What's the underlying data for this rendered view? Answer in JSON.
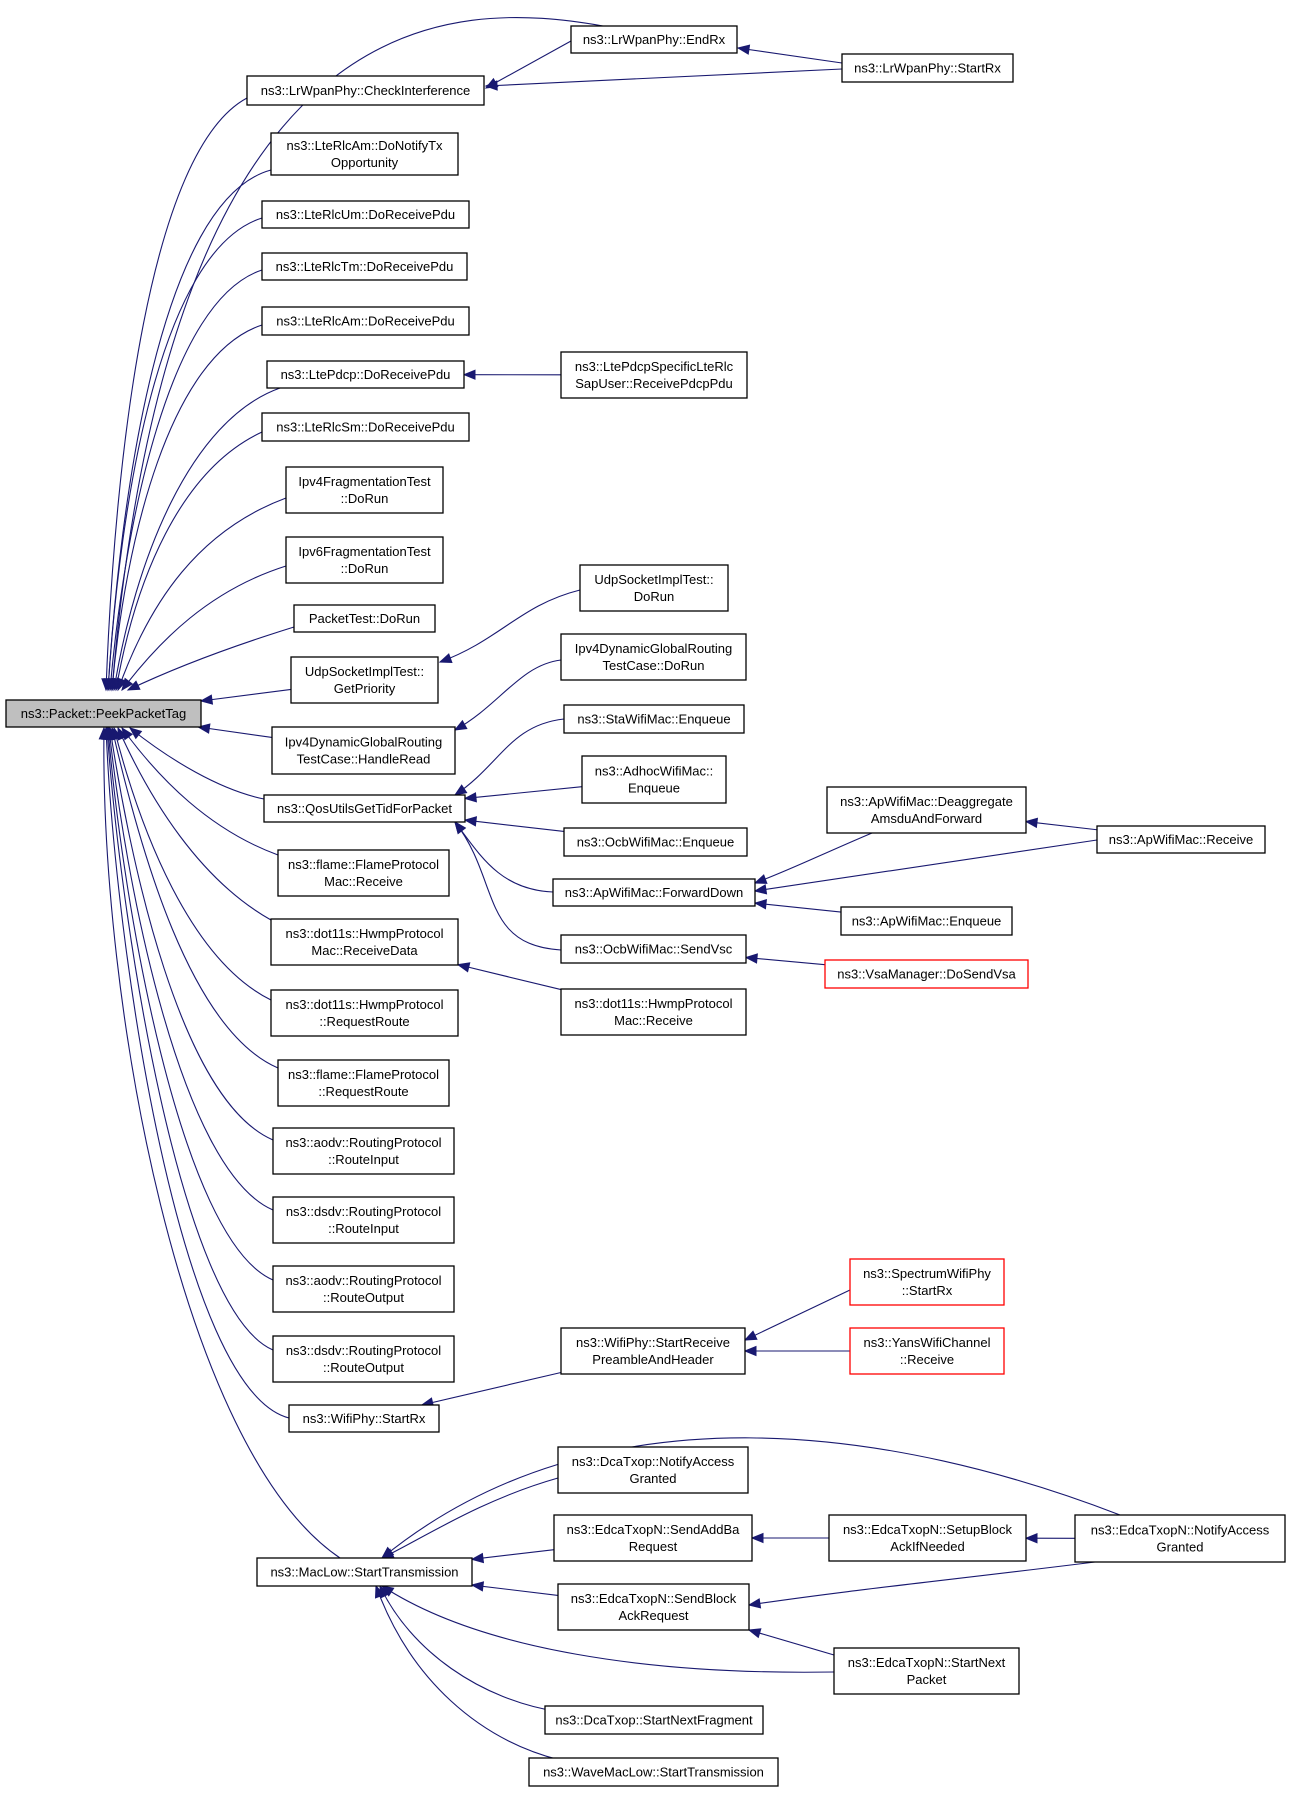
{
  "graph": {
    "nodes": [
      {
        "id": "peek",
        "lines": [
          "ns3::Packet::PeekPacketTag"
        ],
        "style": "focus"
      },
      {
        "id": "check",
        "lines": [
          "ns3::LrWpanPhy::CheckInterference"
        ]
      },
      {
        "id": "endrx",
        "lines": [
          "ns3::LrWpanPhy::EndRx"
        ]
      },
      {
        "id": "startrx_lr",
        "lines": [
          "ns3::LrWpanPhy::StartRx"
        ]
      },
      {
        "id": "rlcam_tx",
        "lines": [
          "ns3::LteRlcAm::DoNotifyTx",
          "Opportunity"
        ]
      },
      {
        "id": "rlcum_rx",
        "lines": [
          "ns3::LteRlcUm::DoReceivePdu"
        ]
      },
      {
        "id": "rlctm_rx",
        "lines": [
          "ns3::LteRlcTm::DoReceivePdu"
        ]
      },
      {
        "id": "rlcam_rx",
        "lines": [
          "ns3::LteRlcAm::DoReceivePdu"
        ]
      },
      {
        "id": "pdcp_rx",
        "lines": [
          "ns3::LtePdcp::DoReceivePdu"
        ]
      },
      {
        "id": "pdcp_sap",
        "lines": [
          "ns3::LtePdcpSpecificLteRlc",
          "SapUser::ReceivePdcpPdu"
        ]
      },
      {
        "id": "rlcsm_rx",
        "lines": [
          "ns3::LteRlcSm::DoReceivePdu"
        ]
      },
      {
        "id": "ipv4frag",
        "lines": [
          "Ipv4FragmentationTest",
          "::DoRun"
        ]
      },
      {
        "id": "ipv6frag",
        "lines": [
          "Ipv6FragmentationTest",
          "::DoRun"
        ]
      },
      {
        "id": "pkttest",
        "lines": [
          "PacketTest::DoRun"
        ]
      },
      {
        "id": "udp_getprio",
        "lines": [
          "UdpSocketImplTest::",
          "GetPriority"
        ]
      },
      {
        "id": "udp_dorun",
        "lines": [
          "UdpSocketImplTest::",
          "DoRun"
        ]
      },
      {
        "id": "ipv4dyn_read",
        "lines": [
          "Ipv4DynamicGlobalRouting",
          "TestCase::HandleRead"
        ]
      },
      {
        "id": "ipv4dyn_run",
        "lines": [
          "Ipv4DynamicGlobalRouting",
          "TestCase::DoRun"
        ]
      },
      {
        "id": "qos",
        "lines": [
          "ns3::QosUtilsGetTidForPacket"
        ]
      },
      {
        "id": "sta_enq",
        "lines": [
          "ns3::StaWifiMac::Enqueue"
        ]
      },
      {
        "id": "adhoc_enq",
        "lines": [
          "ns3::AdhocWifiMac::",
          "Enqueue"
        ]
      },
      {
        "id": "ocb_enq",
        "lines": [
          "ns3::OcbWifiMac::Enqueue"
        ]
      },
      {
        "id": "ap_fwd",
        "lines": [
          "ns3::ApWifiMac::ForwardDown"
        ]
      },
      {
        "id": "ap_deagg",
        "lines": [
          "ns3::ApWifiMac::Deaggregate",
          "AmsduAndForward"
        ]
      },
      {
        "id": "ap_recv",
        "lines": [
          "ns3::ApWifiMac::Receive"
        ]
      },
      {
        "id": "ap_enq",
        "lines": [
          "ns3::ApWifiMac::Enqueue"
        ]
      },
      {
        "id": "ocb_vsc",
        "lines": [
          "ns3::OcbWifiMac::SendVsc"
        ]
      },
      {
        "id": "vsa",
        "lines": [
          "ns3::VsaManager::DoSendVsa"
        ],
        "style": "red"
      },
      {
        "id": "flame_recv",
        "lines": [
          "ns3::flame::FlameProtocol",
          "Mac::Receive"
        ]
      },
      {
        "id": "hwmp_rdata",
        "lines": [
          "ns3::dot11s::HwmpProtocol",
          "Mac::ReceiveData"
        ]
      },
      {
        "id": "hwmp_recv",
        "lines": [
          "ns3::dot11s::HwmpProtocol",
          "Mac::Receive"
        ]
      },
      {
        "id": "hwmp_route",
        "lines": [
          "ns3::dot11s::HwmpProtocol",
          "::RequestRoute"
        ]
      },
      {
        "id": "flame_route",
        "lines": [
          "ns3::flame::FlameProtocol",
          "::RequestRoute"
        ]
      },
      {
        "id": "aodv_in",
        "lines": [
          "ns3::aodv::RoutingProtocol",
          "::RouteInput"
        ]
      },
      {
        "id": "dsdv_in",
        "lines": [
          "ns3::dsdv::RoutingProtocol",
          "::RouteInput"
        ]
      },
      {
        "id": "aodv_out",
        "lines": [
          "ns3::aodv::RoutingProtocol",
          "::RouteOutput"
        ]
      },
      {
        "id": "dsdv_out",
        "lines": [
          "ns3::dsdv::RoutingProtocol",
          "::RouteOutput"
        ]
      },
      {
        "id": "wifiphy_startrx",
        "lines": [
          "ns3::WifiPhy::StartRx"
        ]
      },
      {
        "id": "wifiphy_pre",
        "lines": [
          "ns3::WifiPhy::StartReceive",
          "PreambleAndHeader"
        ]
      },
      {
        "id": "spectrum",
        "lines": [
          "ns3::SpectrumWifiPhy",
          "::StartRx"
        ],
        "style": "red"
      },
      {
        "id": "yans",
        "lines": [
          "ns3::YansWifiChannel",
          "::Receive"
        ],
        "style": "red"
      },
      {
        "id": "maclow",
        "lines": [
          "ns3::MacLow::StartTransmission"
        ]
      },
      {
        "id": "dca_notify",
        "lines": [
          "ns3::DcaTxop::NotifyAccess",
          "Granted"
        ]
      },
      {
        "id": "edca_addba",
        "lines": [
          "ns3::EdcaTxopN::SendAddBa",
          "Request"
        ]
      },
      {
        "id": "edca_setup",
        "lines": [
          "ns3::EdcaTxopN::SetupBlock",
          "AckIfNeeded"
        ]
      },
      {
        "id": "edca_notify",
        "lines": [
          "ns3::EdcaTxopN::NotifyAccess",
          "Granted"
        ]
      },
      {
        "id": "edca_sendblock",
        "lines": [
          "ns3::EdcaTxopN::SendBlock",
          "AckRequest"
        ]
      },
      {
        "id": "edca_next",
        "lines": [
          "ns3::EdcaTxopN::StartNext",
          "Packet"
        ]
      },
      {
        "id": "dca_nextfrag",
        "lines": [
          "ns3::DcaTxop::StartNextFragment"
        ]
      },
      {
        "id": "wave_maclow",
        "lines": [
          "ns3::WaveMacLow::StartTransmission"
        ]
      }
    ],
    "edges": [
      [
        "check",
        "peek"
      ],
      [
        "endrx",
        "peek"
      ],
      [
        "endrx",
        "check"
      ],
      [
        "startrx_lr",
        "check"
      ],
      [
        "startrx_lr",
        "endrx"
      ],
      [
        "rlcam_tx",
        "peek"
      ],
      [
        "rlcum_rx",
        "peek"
      ],
      [
        "rlctm_rx",
        "peek"
      ],
      [
        "rlcam_rx",
        "peek"
      ],
      [
        "pdcp_rx",
        "peek"
      ],
      [
        "pdcp_sap",
        "pdcp_rx"
      ],
      [
        "rlcsm_rx",
        "peek"
      ],
      [
        "ipv4frag",
        "peek"
      ],
      [
        "ipv6frag",
        "peek"
      ],
      [
        "pkttest",
        "peek"
      ],
      [
        "udp_getprio",
        "peek"
      ],
      [
        "udp_dorun",
        "udp_getprio"
      ],
      [
        "ipv4dyn_read",
        "peek"
      ],
      [
        "ipv4dyn_run",
        "ipv4dyn_read"
      ],
      [
        "qos",
        "peek"
      ],
      [
        "sta_enq",
        "qos"
      ],
      [
        "adhoc_enq",
        "qos"
      ],
      [
        "ocb_enq",
        "qos"
      ],
      [
        "ap_fwd",
        "qos"
      ],
      [
        "ocb_vsc",
        "qos"
      ],
      [
        "ap_deagg",
        "ap_fwd"
      ],
      [
        "ap_recv",
        "ap_fwd"
      ],
      [
        "ap_recv",
        "ap_deagg"
      ],
      [
        "ap_enq",
        "ap_fwd"
      ],
      [
        "vsa",
        "ocb_vsc"
      ],
      [
        "flame_recv",
        "peek"
      ],
      [
        "hwmp_rdata",
        "peek"
      ],
      [
        "hwmp_recv",
        "hwmp_rdata"
      ],
      [
        "hwmp_route",
        "peek"
      ],
      [
        "flame_route",
        "peek"
      ],
      [
        "aodv_in",
        "peek"
      ],
      [
        "dsdv_in",
        "peek"
      ],
      [
        "aodv_out",
        "peek"
      ],
      [
        "dsdv_out",
        "peek"
      ],
      [
        "wifiphy_startrx",
        "peek"
      ],
      [
        "wifiphy_pre",
        "wifiphy_startrx"
      ],
      [
        "spectrum",
        "wifiphy_pre"
      ],
      [
        "yans",
        "wifiphy_pre"
      ],
      [
        "maclow",
        "peek"
      ],
      [
        "dca_notify",
        "maclow"
      ],
      [
        "edca_addba",
        "maclow"
      ],
      [
        "edca_setup",
        "edca_addba"
      ],
      [
        "edca_notify",
        "edca_setup"
      ],
      [
        "edca_notify",
        "maclow"
      ],
      [
        "edca_notify",
        "edca_sendblock"
      ],
      [
        "edca_sendblock",
        "maclow"
      ],
      [
        "edca_next",
        "edca_sendblock"
      ],
      [
        "edca_next",
        "maclow"
      ],
      [
        "dca_nextfrag",
        "maclow"
      ],
      [
        "wave_maclow",
        "maclow"
      ]
    ],
    "colors": {
      "edge": "#191970",
      "focus_fill": "#bfbfbf",
      "red_border": "#ff0000"
    }
  }
}
